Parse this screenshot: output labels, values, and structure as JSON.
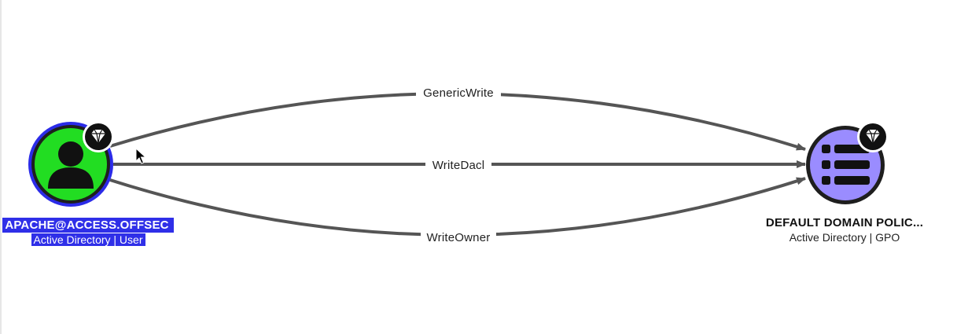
{
  "graph": {
    "source_node": {
      "name": "APACHE@ACCESS.OFFSEC",
      "type": "Active Directory | User",
      "fill_color": "#22dd22",
      "ring_color": "#2b2be8",
      "icon": "user-icon",
      "badge_icon": "gem-icon"
    },
    "target_node": {
      "name": "DEFAULT DOMAIN POLIC...",
      "type": "Active Directory | GPO",
      "fill_color": "#9a8cff",
      "ring_color": "#1e1e1e",
      "icon": "list-icon",
      "badge_icon": "gem-icon"
    },
    "edges": [
      {
        "label": "GenericWrite"
      },
      {
        "label": "WriteDacl"
      },
      {
        "label": "WriteOwner"
      }
    ],
    "edge_color": "#555555"
  }
}
